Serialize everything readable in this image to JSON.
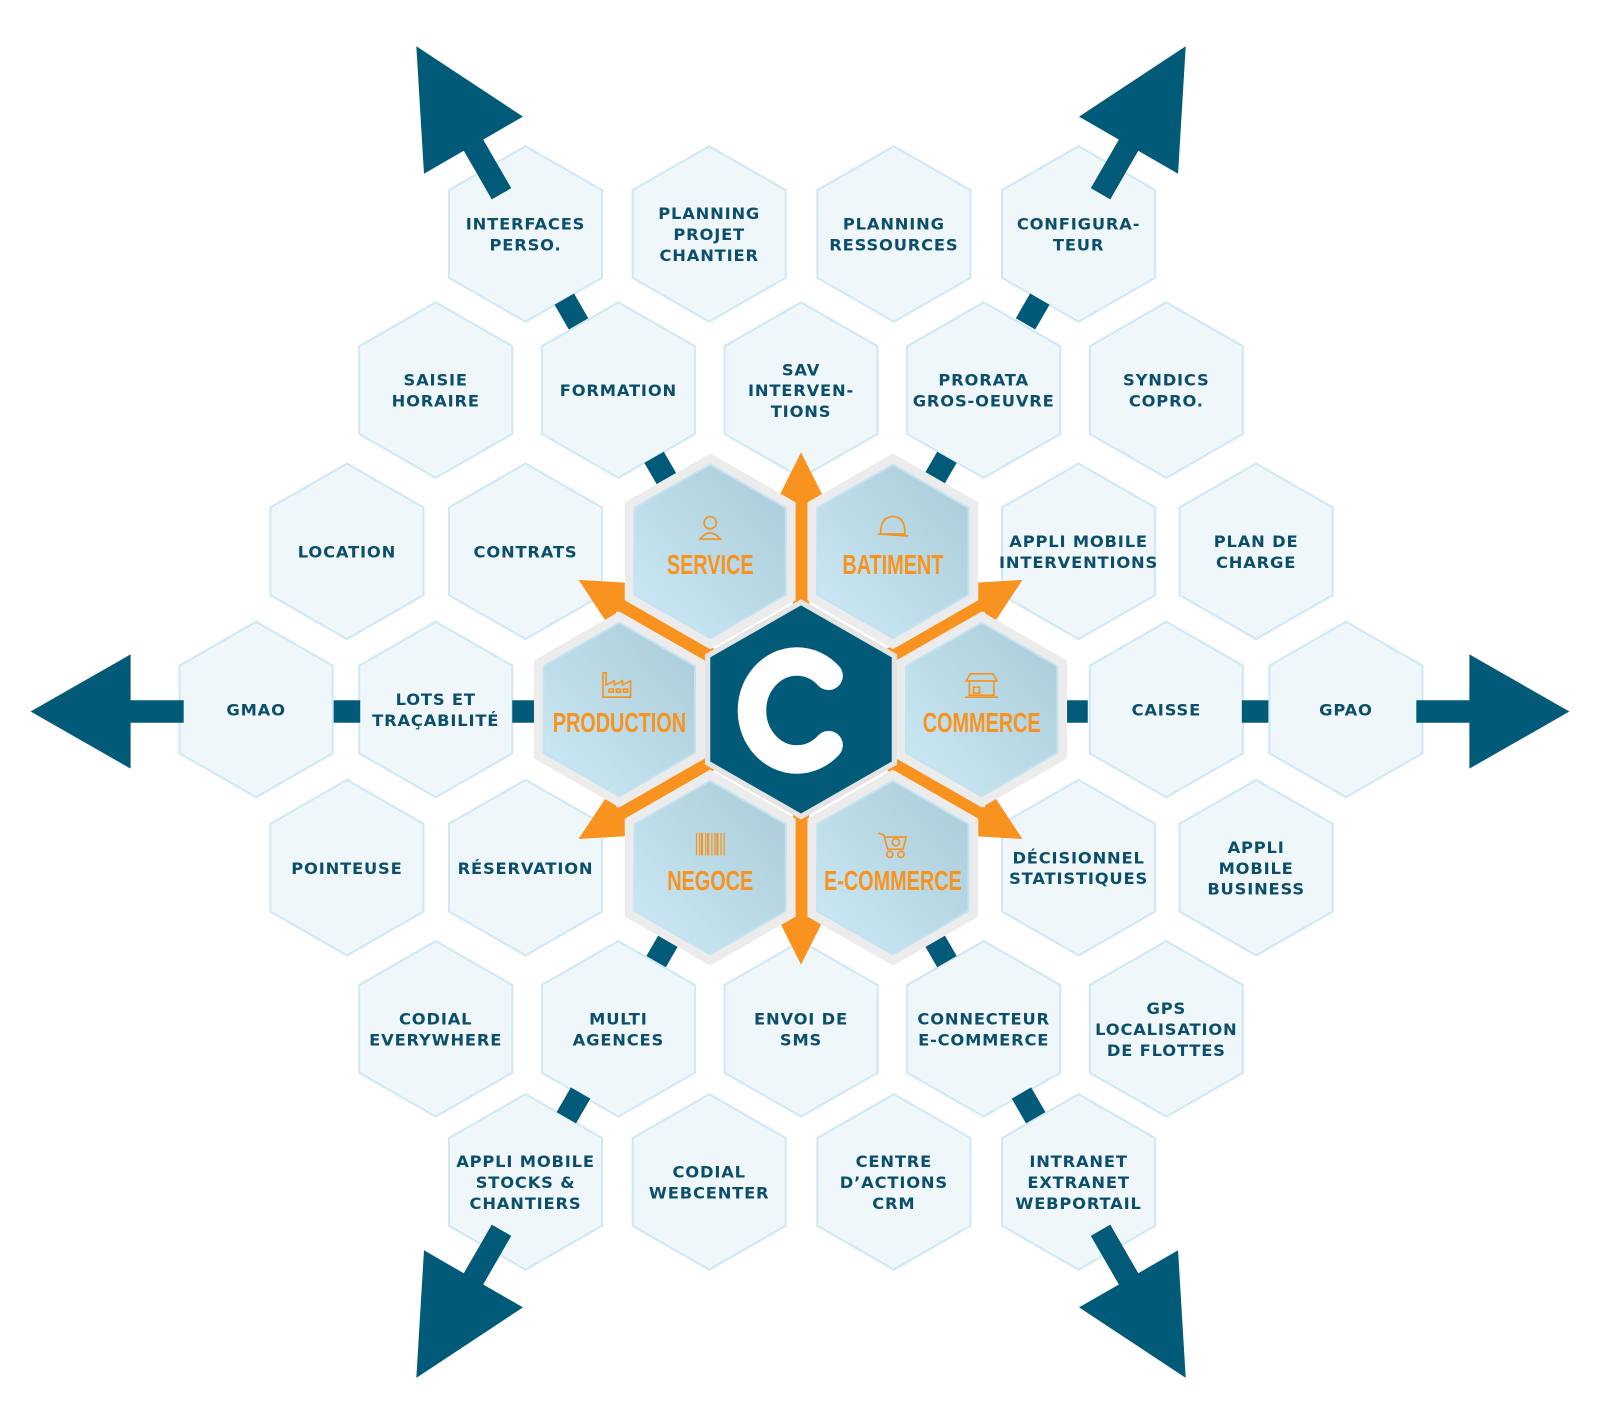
{
  "center": {
    "letter": "C"
  },
  "categories": [
    {
      "label": "SERVICE",
      "icon": "support-agent-icon"
    },
    {
      "label": "BATIMENT",
      "icon": "hard-hat-icon"
    },
    {
      "label": "PRODUCTION",
      "icon": "factory-icon"
    },
    {
      "label": "COMMERCE",
      "icon": "store-icon"
    },
    {
      "label": "NEGOCE",
      "icon": "barcode-icon"
    },
    {
      "label": "E-COMMERCE",
      "icon": "shopping-cart-icon"
    }
  ],
  "modules": [
    {
      "lines": [
        "INTERFACES",
        "PERSO."
      ]
    },
    {
      "lines": [
        "PLANNING",
        "PROJET",
        "CHANTIER"
      ]
    },
    {
      "lines": [
        "PLANNING",
        "RESSOURCES"
      ]
    },
    {
      "lines": [
        "CONFIGURA-",
        "TEUR"
      ]
    },
    {
      "lines": [
        "SAISIE",
        "HORAIRE"
      ]
    },
    {
      "lines": [
        "FORMATION"
      ]
    },
    {
      "lines": [
        "SAV",
        "INTERVEN-",
        "TIONS"
      ]
    },
    {
      "lines": [
        "PRORATA",
        "GROS-OEUVRE"
      ]
    },
    {
      "lines": [
        "SYNDICS",
        "COPRO."
      ]
    },
    {
      "lines": [
        "LOCATION"
      ]
    },
    {
      "lines": [
        "CONTRATS"
      ]
    },
    {
      "lines": [
        "APPLI MOBILE",
        "INTERVENTIONS"
      ]
    },
    {
      "lines": [
        "PLAN DE",
        "CHARGE"
      ]
    },
    {
      "lines": [
        "GMAO"
      ]
    },
    {
      "lines": [
        "LOTS ET",
        "TRAÇABILITÉ"
      ]
    },
    {
      "lines": [
        "CAISSE"
      ]
    },
    {
      "lines": [
        "GPAO"
      ]
    },
    {
      "lines": [
        "POINTEUSE"
      ]
    },
    {
      "lines": [
        "RÉSERVATION"
      ]
    },
    {
      "lines": [
        "DÉCISIONNEL",
        "STATISTIQUES"
      ]
    },
    {
      "lines": [
        "APPLI",
        "MOBILE",
        "BUSINESS"
      ]
    },
    {
      "lines": [
        "CODIAL",
        "EVERYWHERE"
      ]
    },
    {
      "lines": [
        "MULTI",
        "AGENCES"
      ]
    },
    {
      "lines": [
        "ENVOI DE",
        "SMS"
      ]
    },
    {
      "lines": [
        "CONNECTEUR",
        "E-COMMERCE"
      ]
    },
    {
      "lines": [
        "GPS",
        "LOCALISATION",
        "DE FLOTTES"
      ]
    },
    {
      "lines": [
        "APPLI MOBILE",
        "STOCKS &",
        "CHANTIERS"
      ]
    },
    {
      "lines": [
        "CODIAL",
        "WEBCENTER"
      ]
    },
    {
      "lines": [
        "CENTRE",
        "D’ACTIONS",
        "CRM"
      ]
    },
    {
      "lines": [
        "INTRANET",
        "EXTRANET",
        "WEBPORTAIL"
      ]
    }
  ],
  "colors": {
    "dark": "#005a78",
    "orange": "#f7931e",
    "module_fill": "#f0f7fa",
    "module_stroke": "#cfe8f4"
  }
}
